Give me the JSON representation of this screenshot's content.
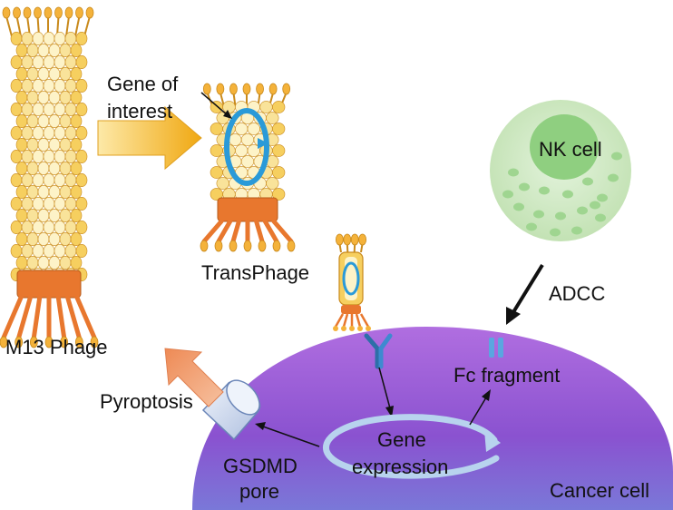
{
  "labels": {
    "gene_of_interest_line1": "Gene of",
    "gene_of_interest_line2": "interest",
    "transphage": "TransPhage",
    "m13_phage": "M13 Phage",
    "nk_cell": "NK cell",
    "adcc": "ADCC",
    "fc_fragment": "Fc fragment",
    "pyroptosis": "Pyroptosis",
    "gene_expression_line1": "Gene",
    "gene_expression_line2": "expression",
    "gsdmd_pore_line1": "GSDMD",
    "gsdmd_pore_line2": "pore",
    "cancer_cell": "Cancer cell"
  },
  "colors": {
    "capsid_light": "#fdf3c8",
    "capsid_mid": "#f6cf5f",
    "capsid_outline": "#c98a1c",
    "tail_orange": "#e8772e",
    "tail_tip": "#f4b23a",
    "plasmid_blue": "#2a9ad8",
    "cancer_cell": "#9a5cd6",
    "nk_cell_outer": "#cfe8c4",
    "nk_cell_nucleus": "#8fcf80",
    "transfer_arrow": "#f0b21e",
    "pyroptosis_arrow": "#f29c6b",
    "expression_arrow": "#b8d3ee",
    "gsdmd_pore": "#c9d7ee"
  }
}
